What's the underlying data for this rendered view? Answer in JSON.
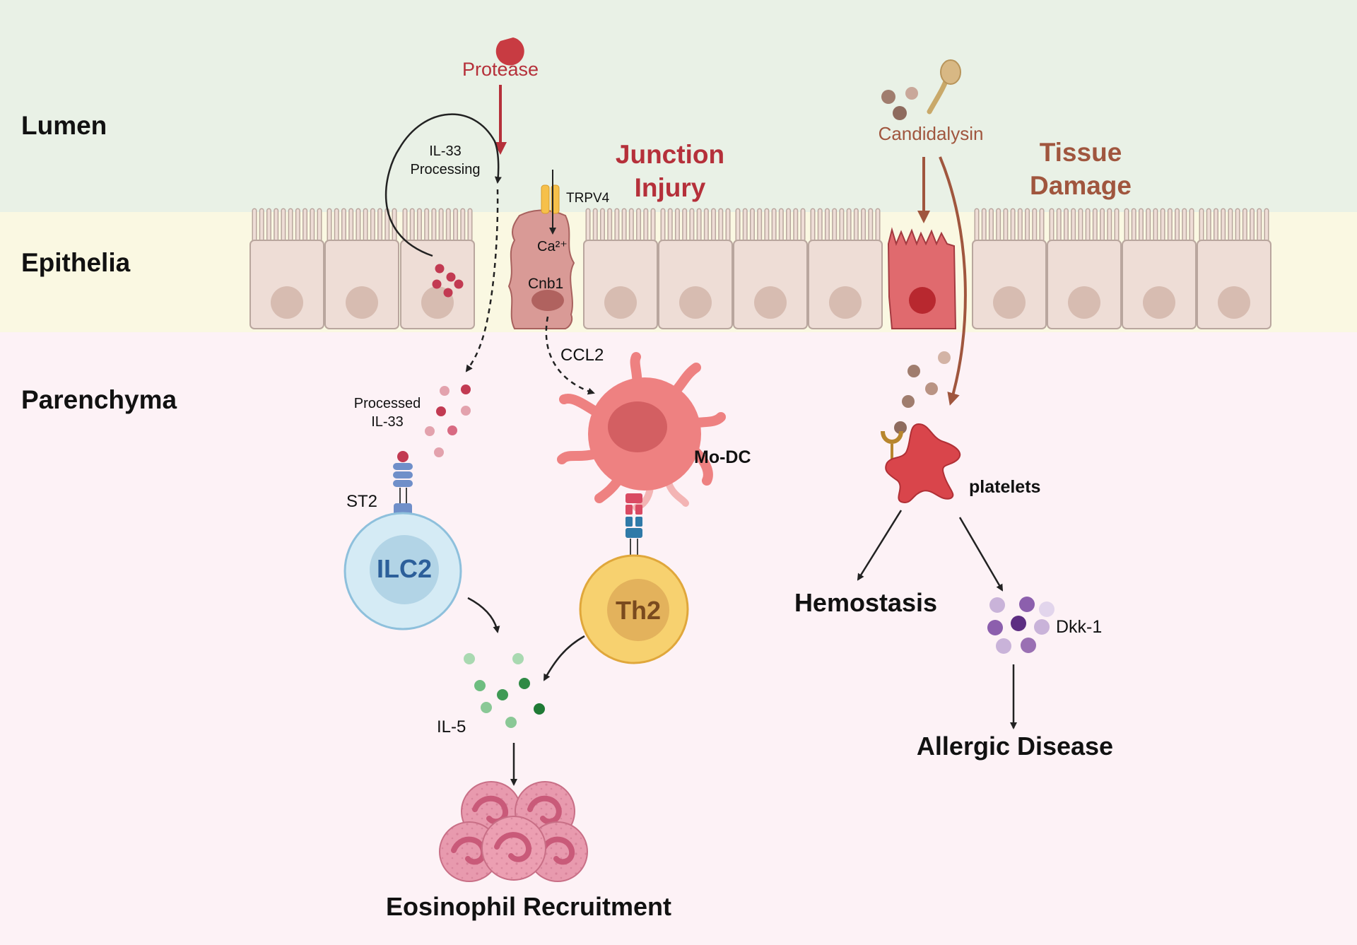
{
  "regions": {
    "lumen": "Lumen",
    "epithelia": "Epithelia",
    "parenchyma": "Parenchyma"
  },
  "labels": {
    "protease": "Protease",
    "il33_processing_1": "IL-33",
    "il33_processing_2": "Processing",
    "trpv4": "TRPV4",
    "calcium": "Ca²⁺",
    "cnb1": "Cnb1",
    "junction_injury_1": "Junction",
    "junction_injury_2": "Injury",
    "candidalysin": "Candidalysin",
    "tissue_damage_1": "Tissue",
    "tissue_damage_2": "Damage",
    "ccl2": "CCL2",
    "processed_il33_1": "Processed",
    "processed_il33_2": "IL-33",
    "st2": "ST2",
    "ilc2": "ILC2",
    "mo_dc": "Mo-DC",
    "th2": "Th2",
    "il5": "IL-5",
    "eosinophil": "Eosinophil Recruitment",
    "platelets": "platelets",
    "hemostasis": "Hemostasis",
    "dkk1": "Dkk-1",
    "allergic": "Allergic Disease"
  },
  "colors": {
    "lumen_bg": "#e9f1e6",
    "epithelia_bg": "#faf8e2",
    "parenchyma_bg": "#fdf2f6",
    "cell_fill": "#eeddd6",
    "cell_stroke": "#b9a69e",
    "red_label": "#b5303a",
    "brown_label": "#a0563e",
    "il33_dot": "#c23a52",
    "il5_dot": "#3f9a55",
    "dkk1_dot": "#9a70b3",
    "ilc2_fill": "#c6e2f0",
    "th2_fill": "#f6cd6b",
    "modc_fill": "#ee8181",
    "platelet_fill": "#d9454b",
    "eos_fill": "#e89aae"
  }
}
